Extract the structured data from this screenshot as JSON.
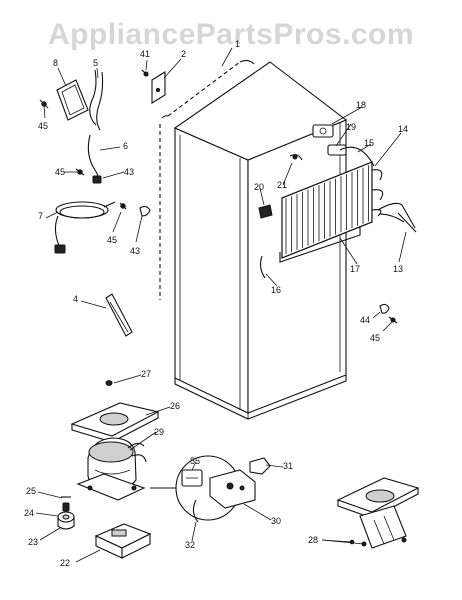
{
  "watermark": "AppliancePartsPros.com",
  "callouts": [
    {
      "id": "1",
      "label": "1"
    },
    {
      "id": "2",
      "label": "2"
    },
    {
      "id": "4",
      "label": "4"
    },
    {
      "id": "5",
      "label": "5"
    },
    {
      "id": "6",
      "label": "6"
    },
    {
      "id": "7",
      "label": "7"
    },
    {
      "id": "8",
      "label": "8"
    },
    {
      "id": "13",
      "label": "13"
    },
    {
      "id": "14",
      "label": "14"
    },
    {
      "id": "15",
      "label": "15"
    },
    {
      "id": "16",
      "label": "16"
    },
    {
      "id": "17",
      "label": "17"
    },
    {
      "id": "18",
      "label": "18"
    },
    {
      "id": "19",
      "label": "19"
    },
    {
      "id": "20",
      "label": "20"
    },
    {
      "id": "21",
      "label": "21"
    },
    {
      "id": "22",
      "label": "22"
    },
    {
      "id": "23",
      "label": "23"
    },
    {
      "id": "24",
      "label": "24"
    },
    {
      "id": "25",
      "label": "25"
    },
    {
      "id": "26",
      "label": "26"
    },
    {
      "id": "27",
      "label": "27"
    },
    {
      "id": "28",
      "label": "28"
    },
    {
      "id": "29",
      "label": "29"
    },
    {
      "id": "30",
      "label": "30"
    },
    {
      "id": "31",
      "label": "31"
    },
    {
      "id": "32",
      "label": "32"
    },
    {
      "id": "41",
      "label": "41"
    },
    {
      "id": "43a",
      "label": "43"
    },
    {
      "id": "43b",
      "label": "43"
    },
    {
      "id": "44",
      "label": "44"
    },
    {
      "id": "45a",
      "label": "45"
    },
    {
      "id": "45b",
      "label": "45"
    },
    {
      "id": "45c",
      "label": "45"
    },
    {
      "id": "45d",
      "label": "45"
    },
    {
      "id": "55",
      "label": "55"
    }
  ]
}
